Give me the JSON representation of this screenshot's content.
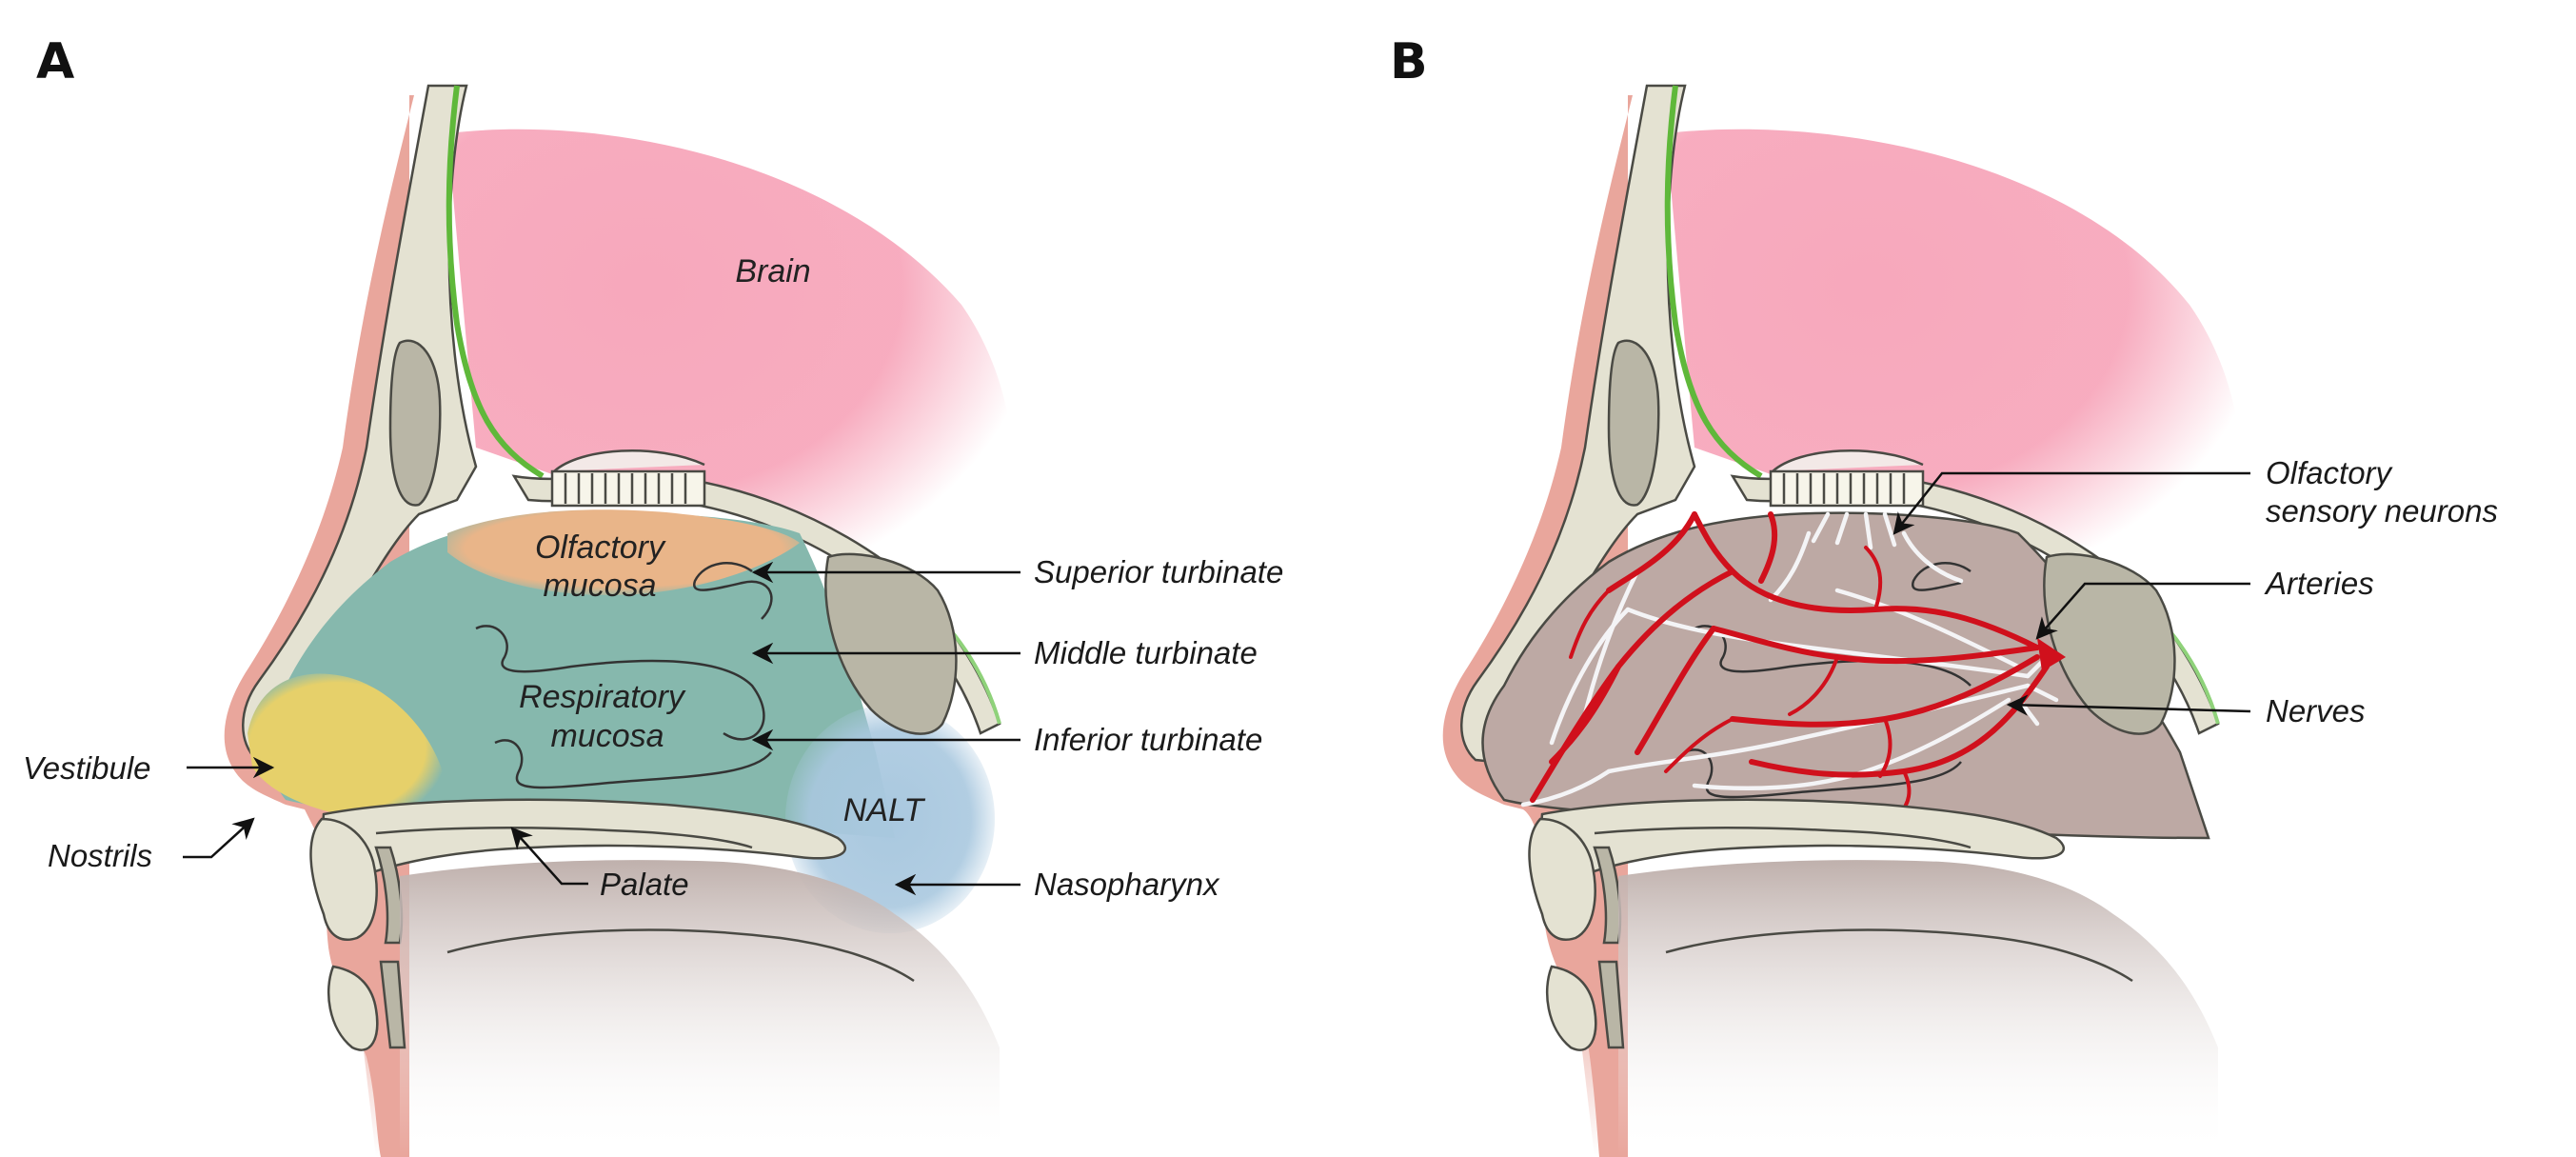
{
  "panels": [
    {
      "letter": "A",
      "labels": {
        "brain": "Brain",
        "olfactory_mucosa_line1": "Olfactory",
        "olfactory_mucosa_line2": "mucosa",
        "respiratory_mucosa_line1": "Respiratory",
        "respiratory_mucosa_line2": "mucosa",
        "nalt": "NALT",
        "superior_turbinate": "Superior turbinate",
        "middle_turbinate": "Middle turbinate",
        "inferior_turbinate": "Inferior turbinate",
        "vestibule": "Vestibule",
        "nostrils": "Nostrils",
        "palate": "Palate",
        "nasopharynx": "Nasopharynx"
      }
    },
    {
      "letter": "B",
      "labels": {
        "olfactory_sensory_neurons_line1": "Olfactory",
        "olfactory_sensory_neurons_line2": "sensory neurons",
        "arteries": "Arteries",
        "nerves": "Nerves"
      }
    }
  ],
  "colors": {
    "brain": "#f7a8bc",
    "olfactory_mucosa": "#e9b589",
    "respiratory_mucosa": "#86b8ad",
    "vestibule": "#e6d06a",
    "nalt": "#a9c8df",
    "skin": "#e9a69c",
    "bone": "#e4e2d2",
    "arteries": "#d0101c",
    "nerves": "#f4f4f6",
    "dura": "#5fb83a"
  }
}
